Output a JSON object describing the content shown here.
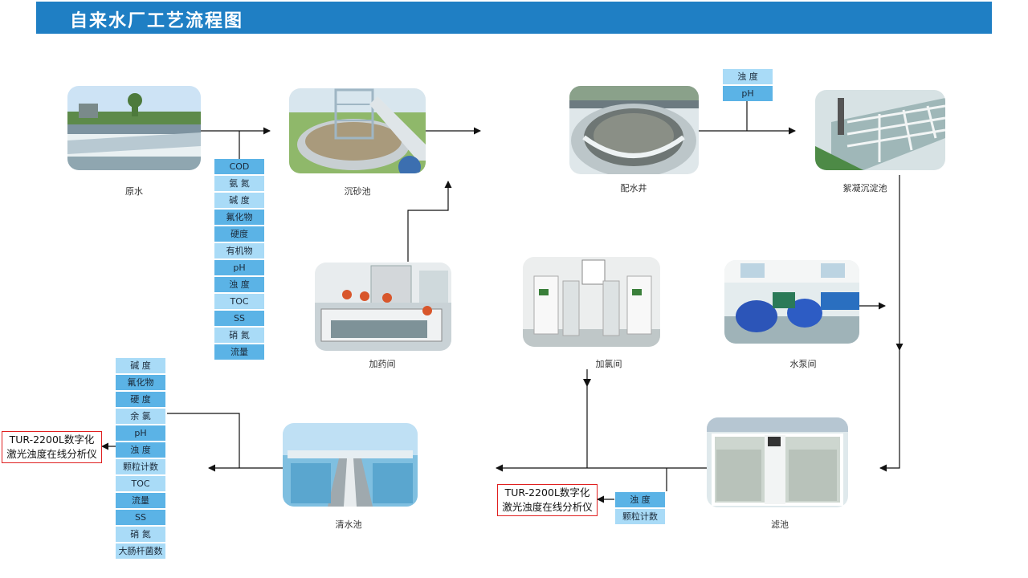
{
  "header": {
    "title": "自来水厂工艺流程图"
  },
  "nodes": {
    "raw_water": "原水",
    "grit_chamber": "沉砂池",
    "distribution_well": "配水井",
    "flocculation_tank": "絮凝沉淀池",
    "dosing_room": "加药间",
    "chlorination_room": "加氯间",
    "pump_room": "水泵间",
    "clear_water_tank": "清水池",
    "filter_tank": "滤池"
  },
  "params_raw": [
    "COD",
    "氨 氮",
    "碱 度",
    "氟化物",
    "硬度",
    "有机物",
    "pH",
    "浊 度",
    "TOC",
    "SS",
    "硝 氮",
    "流量"
  ],
  "params_flocculation": [
    "浊 度",
    "pH"
  ],
  "params_filter": [
    "浊 度",
    "颗粒计数"
  ],
  "params_outlet": [
    "碱 度",
    "氟化物",
    "硬 度",
    "余 氯",
    "pH",
    "浊 度",
    "颗粒计数",
    "TOC",
    "流量",
    "SS",
    "硝 氮",
    "大肠杆菌数"
  ],
  "analyzers": {
    "left": {
      "line1": "TUR-2200L数字化",
      "line2": "激光浊度在线分析仪"
    },
    "middle": {
      "line1": "TUR-2200L数字化",
      "line2": "激光浊度在线分析仪"
    }
  },
  "colors": {
    "title_bar": "#1f7fc4",
    "param_dark": "#5bb3e6",
    "param_light": "#a9dbf7",
    "analyzer_border": "#e02020"
  }
}
